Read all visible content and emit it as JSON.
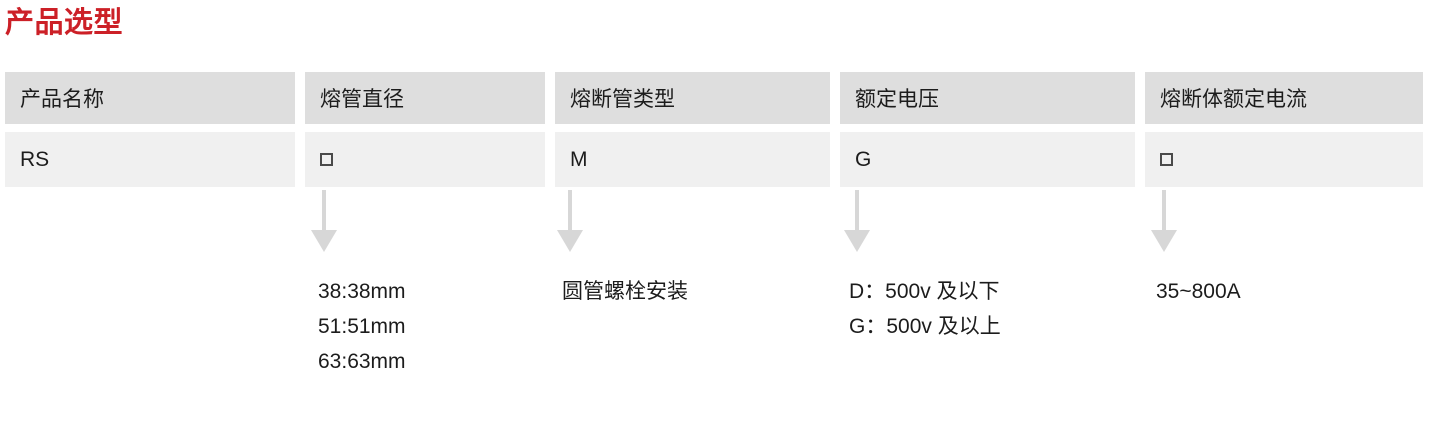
{
  "page": {
    "title": "产品选型",
    "title_color": "#cc2027"
  },
  "table": {
    "header_bg": "#dedede",
    "value_bg": "#f0f0f0",
    "columns": [
      {
        "header": "产品名称",
        "value": "RS",
        "value_is_box": false,
        "has_arrow": false,
        "notes": []
      },
      {
        "header": "熔管直径",
        "value": "□",
        "value_is_box": true,
        "has_arrow": true,
        "notes": [
          "38:38mm",
          "51:51mm",
          "63:63mm"
        ]
      },
      {
        "header": "熔断管类型",
        "value": "M",
        "value_is_box": false,
        "has_arrow": true,
        "notes": [
          "圆管螺栓安装"
        ]
      },
      {
        "header": "额定电压",
        "value": "G",
        "value_is_box": false,
        "has_arrow": true,
        "notes": [
          "D：500v 及以下",
          "G：500v 及以上"
        ]
      },
      {
        "header": "熔断体额定电流",
        "value": "□",
        "value_is_box": true,
        "has_arrow": true,
        "notes": [
          "35~800A"
        ]
      }
    ]
  },
  "arrows": {
    "color": "#d7d7d7",
    "direction": "down",
    "count": 4
  }
}
